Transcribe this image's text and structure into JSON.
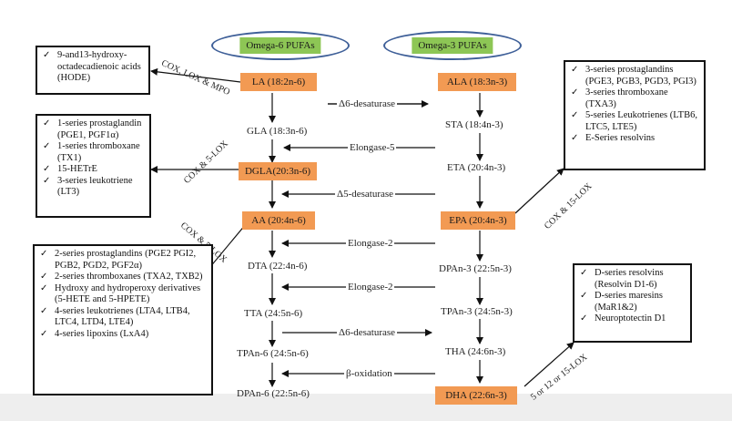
{
  "headers": {
    "omega6": "Omega-6 PUFAs",
    "omega3": "Omega-3 PUFAs"
  },
  "omega6": {
    "la": "LA (18:2n-6)",
    "gla": "GLA (18:3n-6)",
    "dgla": "DGLA(20:3n-6)",
    "aa": "AA (20:4n-6)",
    "dta": "DTA (22:4n-6)",
    "tta": "TTA (24:5n-6)",
    "tpan6": "TPAn-6 (24:5n-6)",
    "dpan6": "DPAn-6 (22:5n-6)"
  },
  "omega3": {
    "ala": "ALA (18:3n-3)",
    "sta": "STA (18:4n-3)",
    "eta": "ETA (20:4n-3)",
    "epa": "EPA (20:4n-3)",
    "dpan3": "DPAn-3 (22:5n-3)",
    "tpan3": "TPAn-3 (24:5n-3)",
    "tha": "THA (24:6n-3)",
    "dha": "DHA (22:6n-3)"
  },
  "enzymes": {
    "d6a": "Δ6-desaturase",
    "elongase5": "Elongase-5",
    "d5": "Δ5-desaturase",
    "elongase2a": "Elongase-2",
    "elongase2b": "Elongase-2",
    "d6b": "Δ6-desaturase",
    "beta_ox": "β-oxidation"
  },
  "path_labels": {
    "la_route": "COX, LOX & MPO",
    "dgla_route": "COX & 5-LOX",
    "aa_route": "COX & 5-LOX",
    "epa_route": "COX & 15-LOX",
    "dha_route": "5 or 12 or 15-LOX"
  },
  "boxes": {
    "hode": [
      "9-and13-hydroxy-octadecadienoic acids (HODE)"
    ],
    "series1": [
      "1-series prostaglandin (PGE1, PGF1α)",
      "1-series thromboxane (TX1)",
      "15-HETrE",
      "3-series leukotriene (LT3)"
    ],
    "series2": [
      "2-series prostaglandins (PGE2 PGI2, PGB2, PGD2, PGF2α)",
      "2-series thromboxanes (TXA2, TXB2)",
      "Hydroxy and hydroperoxy derivatives (5-HETE and 5-HPETE)",
      "4-series leukotrienes (LTA4, LTB4, LTC4, LTD4, LTE4)",
      "4-series lipoxins (LxA4)"
    ],
    "series3": [
      "3-series prostaglandins (PGE3, PGB3, PGD3, PGI3)",
      "3-series thromboxane (TXA3)",
      "5-series Leukotrienes (LTB6, LTC5, LTE5)",
      "E-Series resolvins"
    ],
    "dseries": [
      "D-series resolvins (Resolvin D1-6)",
      "D-series maresins (MaR1&2)",
      "Neuroptotectin D1"
    ]
  },
  "colors": {
    "key_node": "#f29a53",
    "header_fill": "#8dc655",
    "header_outline": "#3e5f98"
  }
}
